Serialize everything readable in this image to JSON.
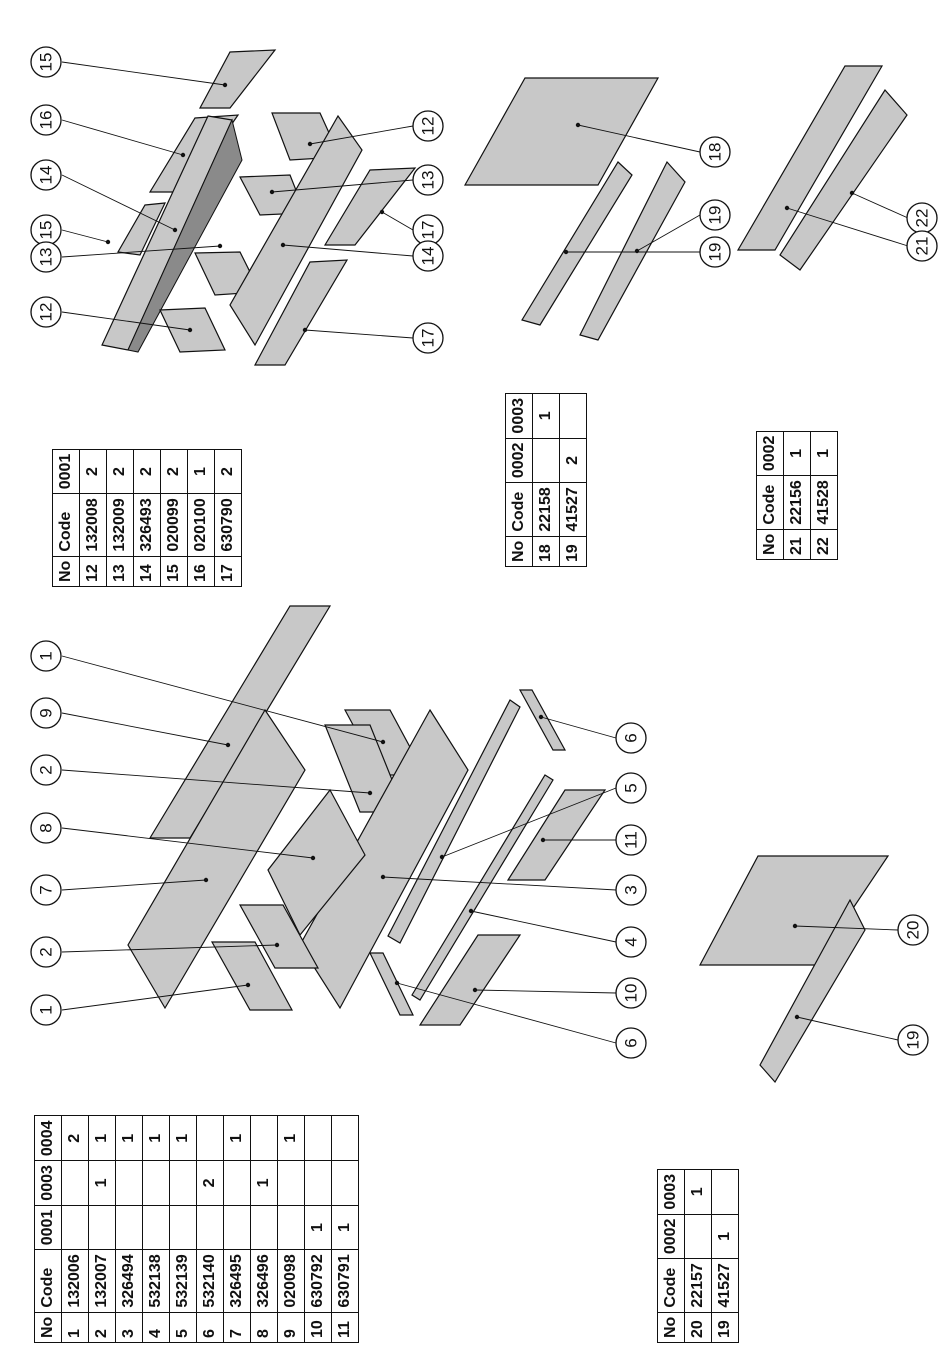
{
  "tables": {
    "main": {
      "headers": [
        "No",
        "Code",
        "0001",
        "0003",
        "0004"
      ],
      "rows": [
        [
          "1",
          "132006",
          "",
          "",
          "2"
        ],
        [
          "2",
          "132007",
          "",
          "1",
          "1"
        ],
        [
          "3",
          "326494",
          "",
          "",
          "1"
        ],
        [
          "4",
          "532138",
          "",
          "",
          "1"
        ],
        [
          "5",
          "532139",
          "",
          "",
          "1"
        ],
        [
          "6",
          "532140",
          "",
          "2",
          ""
        ],
        [
          "7",
          "326495",
          "",
          "",
          "1"
        ],
        [
          "8",
          "326496",
          "",
          "1",
          ""
        ],
        [
          "9",
          "020098",
          "",
          "",
          "1"
        ],
        [
          "10",
          "630792",
          "1",
          "",
          ""
        ],
        [
          "11",
          "630791",
          "1",
          "",
          ""
        ]
      ]
    },
    "t2": {
      "headers": [
        "No",
        "Code",
        "0001"
      ],
      "rows": [
        [
          "12",
          "132008",
          "2"
        ],
        [
          "13",
          "132009",
          "2"
        ],
        [
          "14",
          "326493",
          "2"
        ],
        [
          "15",
          "020099",
          "2"
        ],
        [
          "16",
          "020100",
          "1"
        ],
        [
          "17",
          "630790",
          "2"
        ]
      ]
    },
    "t3": {
      "headers": [
        "No",
        "Code",
        "0002",
        "0003"
      ],
      "rows": [
        [
          "18",
          "22158",
          "",
          "1"
        ],
        [
          "19",
          "41527",
          "2",
          ""
        ]
      ]
    },
    "t4": {
      "headers": [
        "No",
        "Code",
        "0002"
      ],
      "rows": [
        [
          "21",
          "22156",
          "1"
        ],
        [
          "22",
          "41528",
          "1"
        ]
      ]
    },
    "t5": {
      "headers": [
        "No",
        "Code",
        "0002",
        "0003"
      ],
      "rows": [
        [
          "20",
          "22157",
          "",
          "1"
        ],
        [
          "19",
          "41527",
          "1",
          ""
        ]
      ]
    }
  },
  "callouts": {
    "b1": "15",
    "b2": "16",
    "b3": "14",
    "b4": "15",
    "b5": "13",
    "b6": "12",
    "b7": "12",
    "b8": "13",
    "b9": "17",
    "b10": "14",
    "b11": "17",
    "b12": "18",
    "b13": "19",
    "b14": "19",
    "b15": "22",
    "b16": "21",
    "b17": "1",
    "b18": "9",
    "b19": "2",
    "b20": "8",
    "b21": "7",
    "b22": "2",
    "b23": "1",
    "b24": "6",
    "b25": "5",
    "b26": "11",
    "b27": "3",
    "b28": "4",
    "b29": "10",
    "b30": "6",
    "b31": "20",
    "b32": "19"
  }
}
